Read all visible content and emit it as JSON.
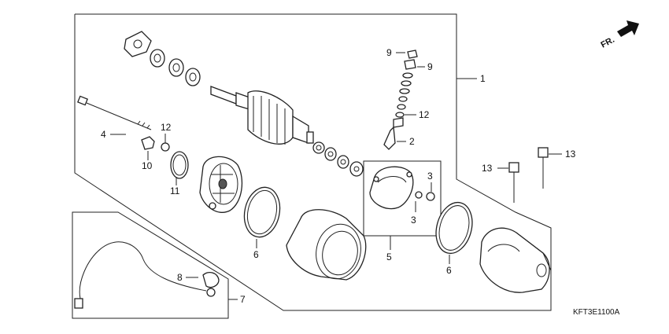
{
  "direction_marker": {
    "text": "FR.",
    "icon": "arrow-icon"
  },
  "diagram_code": "KFT3E1100A",
  "callouts": {
    "c1": "1",
    "c2": "2",
    "c3a": "3",
    "c3b": "3",
    "c4": "4",
    "c5": "5",
    "c6a": "6",
    "c6b": "6",
    "c7": "7",
    "c8": "8",
    "c9a": "9",
    "c9b": "9",
    "c10": "10",
    "c11": "11",
    "c12a": "12",
    "c12b": "12",
    "c13a": "13",
    "c13b": "13"
  }
}
